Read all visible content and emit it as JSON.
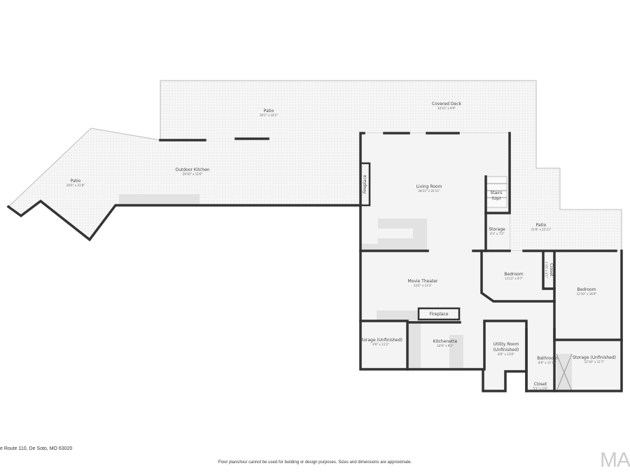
{
  "rooms": {
    "patio_top": {
      "name": "Patio",
      "dims": "39'1\" x 24'1\""
    },
    "covered_deck": {
      "name": "Covered Deck",
      "dims": "33'11\" x 9'9\""
    },
    "outdoor_kitchen": {
      "name": "Outdoor Kitchen",
      "dims": "29'10\" x 12'6\""
    },
    "patio_left": {
      "name": "Patio",
      "dims": "20'6\" x 21'8\""
    },
    "living_room": {
      "name": "Living Room",
      "dims": "28'11\" x 22'11\""
    },
    "stairs": {
      "name": "Stairs",
      "note": "(Up)"
    },
    "storage_small": {
      "name": "Storage",
      "dims": "4'3\" x 7'2\""
    },
    "patio_right": {
      "name": "Patio",
      "dims": "21'8\" x 22'11\""
    },
    "bedroom_1": {
      "name": "Bedroom",
      "dims": "13'11\" x 9'7\""
    },
    "closet_1": {
      "name": "Closet",
      "dims": "1'10\" x 4'1\""
    },
    "bedroom_2": {
      "name": "Bedroom",
      "dims": "12'10\" x 16'9\""
    },
    "movie_theater": {
      "name": "Movie Theater",
      "dims": "23'6\" x 13'3\""
    },
    "fireplace_1": {
      "name": "Fireplace"
    },
    "fireplace_2": {
      "name": "Fireplace"
    },
    "storage_unf_1": {
      "name": "Storage (Unfinished)",
      "dims": "9'6\" x 11'2\""
    },
    "kitchenette": {
      "name": "Kitchenette",
      "dims": "14'9\" x 9'2\""
    },
    "utility_room": {
      "name": "Utility Room",
      "name2": "(Unfinished)",
      "dims": "8'0\" x 13'8\""
    },
    "bathroom": {
      "name": "Bathroom",
      "dims": "8'6\" x 11'10\""
    },
    "closet_2": {
      "name": "Closet",
      "dims": "5'2\" x 1'9\""
    },
    "storage_unf_2": {
      "name": "Storage (Unfinished)",
      "dims": "12'10\" x 11'7\""
    }
  },
  "footer": {
    "address": "e Route 110, De Soto, MO 63020",
    "disclaimer": "Floor plans/tour cannot be used for building or design purposes. Sizes and dimensions are approximate.",
    "logo": "MA"
  }
}
